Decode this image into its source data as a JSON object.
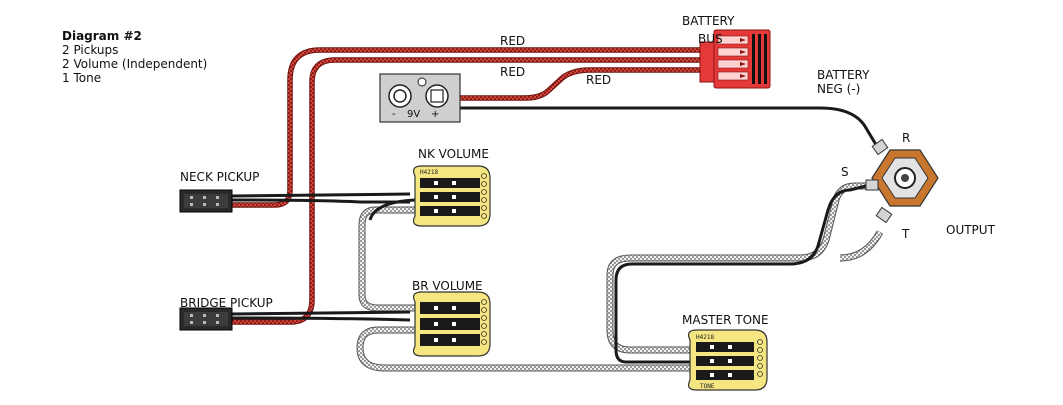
{
  "caption": {
    "title": "Diagram #2",
    "lines": [
      "2 Pickups",
      "2 Volume (Independent)",
      "1 Tone"
    ]
  },
  "labels": {
    "battery": "BATTERY",
    "bus": "BUS",
    "battery_neg_1": "BATTERY",
    "battery_neg_2": "NEG (-)",
    "red_top": "RED",
    "red_mid": "RED",
    "red_low": "RED",
    "neck_pickup": "NECK PICKUP",
    "bridge_pickup": "BRIDGE PICKUP",
    "nk_volume": "NK VOLUME",
    "br_volume": "BR VOLUME",
    "master_tone": "MASTER TONE",
    "output": "OUTPUT",
    "jack_s": "S",
    "jack_r": "R",
    "jack_t": "T",
    "battery_minus": "-",
    "battery_volt": "9V",
    "battery_plus": "+",
    "pot_code": "H4218",
    "tone_word": "TONE"
  },
  "colors": {
    "red_wire": "#c8352b",
    "black_wire": "#1a1a1a",
    "shield_wire": "#e6e6e6",
    "bus_red": "#e53838",
    "pot_yellow": "#f5e682",
    "jack_orange": "#c9772f",
    "battery_gray": "#cfcfcf"
  }
}
